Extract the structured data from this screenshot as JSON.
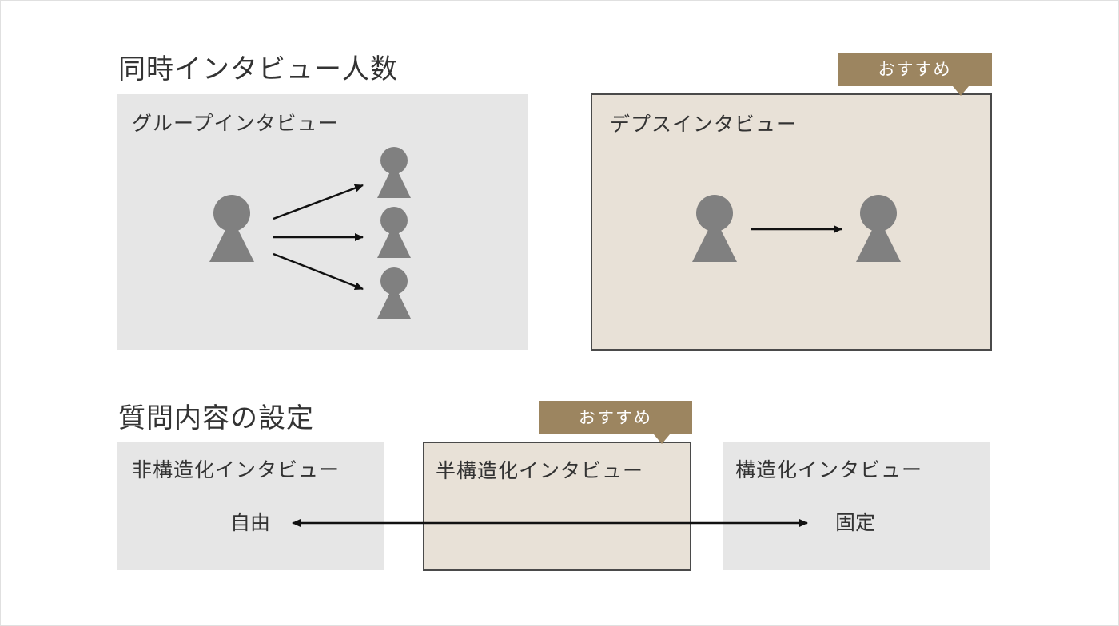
{
  "sections": {
    "concurrent_title": "同時インタビュー人数",
    "question_title": "質問内容の設定"
  },
  "panels": {
    "group": "グループインタビュー",
    "depth": "デプスインタビュー",
    "unstructured": "非構造化インタビュー",
    "semi_structured": "半構造化インタビュー",
    "structured": "構造化インタビュー"
  },
  "badges": {
    "depth": "おすすめ",
    "semi_structured": "おすすめ"
  },
  "axis": {
    "left_label": "自由",
    "right_label": "固定"
  },
  "colors": {
    "gray_panel": "#e6e6e6",
    "beige_panel": "#e8e1d7",
    "badge": "#9c8560",
    "person": "#808080"
  }
}
